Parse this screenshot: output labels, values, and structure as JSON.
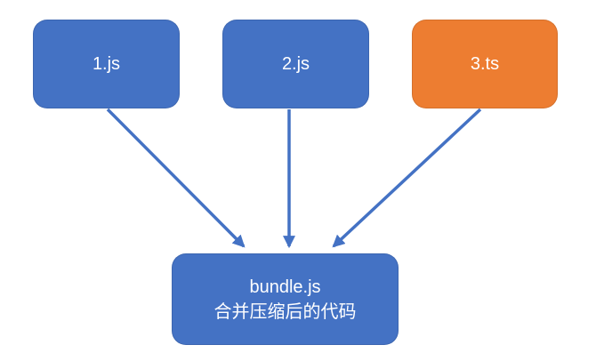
{
  "diagram": {
    "nodes": [
      {
        "id": "node-1js",
        "label": "1.js",
        "color": "#4472C4"
      },
      {
        "id": "node-2js",
        "label": "2.js",
        "color": "#4472C4"
      },
      {
        "id": "node-3ts",
        "label": "3.ts",
        "color": "#ED7D31"
      },
      {
        "id": "node-bundle",
        "label_line1": "bundle.js",
        "label_line2": "合并压缩后的代码",
        "color": "#4472C4"
      }
    ],
    "edges": [
      {
        "from": "node-1js",
        "to": "node-bundle"
      },
      {
        "from": "node-2js",
        "to": "node-bundle"
      },
      {
        "from": "node-3ts",
        "to": "node-bundle"
      }
    ],
    "colors": {
      "arrow": "#4472C4",
      "node_blue": "#4472C4",
      "node_orange": "#ED7D31",
      "text": "#FFFFFF",
      "background": "#FFFFFF"
    }
  }
}
